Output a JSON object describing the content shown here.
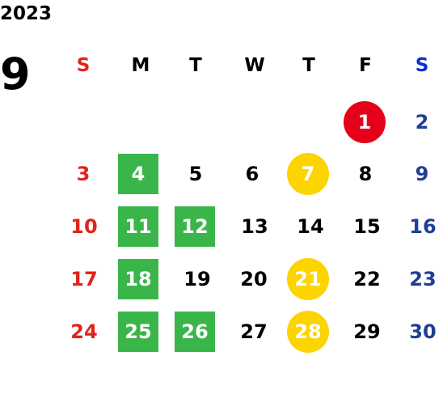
{
  "calendar": {
    "year": "2023",
    "month": "9",
    "weekdays": [
      {
        "label": "S",
        "color": "#e2231a"
      },
      {
        "label": "M",
        "color": "#000000"
      },
      {
        "label": "T",
        "color": "#000000"
      },
      {
        "label": "W",
        "color": "#000000"
      },
      {
        "label": "T",
        "color": "#000000"
      },
      {
        "label": "F",
        "color": "#000000"
      },
      {
        "label": "S",
        "color": "#0b2fcf"
      }
    ],
    "weeks": [
      [
        "",
        "",
        "",
        "",
        "",
        "1",
        "2"
      ],
      [
        "3",
        "4",
        "5",
        "6",
        "7",
        "8",
        "9"
      ],
      [
        "10",
        "11",
        "12",
        "13",
        "14",
        "15",
        "16"
      ],
      [
        "17",
        "18",
        "19",
        "20",
        "21",
        "22",
        "23"
      ],
      [
        "24",
        "25",
        "26",
        "27",
        "28",
        "29",
        "30"
      ]
    ],
    "highlights": {
      "red_circle": [
        "1"
      ],
      "green_square": [
        "4",
        "11",
        "12",
        "18",
        "25",
        "26"
      ],
      "yellow_circle": [
        "7",
        "21",
        "28"
      ]
    },
    "colors": {
      "sunday": "#e2231a",
      "saturday": "#1e3f94",
      "weekday": "#000000",
      "green": "#3ab54a",
      "yellow": "#fcd400",
      "red": "#e60019"
    }
  }
}
